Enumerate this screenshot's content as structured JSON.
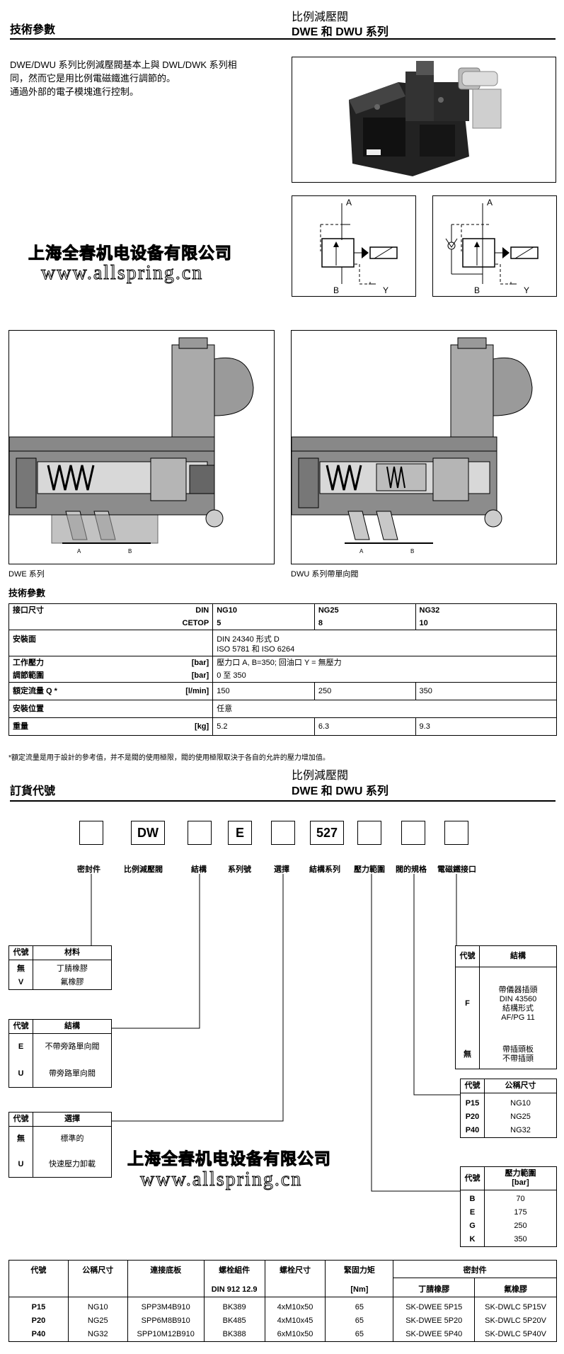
{
  "header1": {
    "left": "技術參數",
    "right_line1": "比例減壓閥",
    "right_line2": "DWE 和 DWU 系列"
  },
  "intro": {
    "line1": "DWE/DWU 系列比例減壓閥基本上與 DWL/DWK 系列相",
    "line2": "同，然而它是用比例電磁鐵進行調節的。",
    "line3": "通過外部的電子模塊進行控制。"
  },
  "watermark": {
    "cn": "上海全春机电设备有限公司",
    "url": "www.allspring.cn"
  },
  "symbol": {
    "a": "A",
    "b": "B",
    "y": "Y"
  },
  "section": {
    "dwe_caption": "DWE 系列",
    "dwu_caption": "DWU 系列帶單向閥",
    "port_a": "A",
    "port_b": "B"
  },
  "tech": {
    "title": "技術參數",
    "rows": [
      {
        "label": "接口尺寸",
        "unit": "DIN",
        "c1": "NG10",
        "c2": "NG25",
        "c3": "NG32"
      },
      {
        "label": "",
        "unit": "CETOP",
        "c1": "5",
        "c2": "8",
        "c3": "10"
      },
      {
        "label": "安裝面",
        "unit": "",
        "span1": "DIN 24340 形式 D",
        "span2": "ISO 5781 和 ISO 6264"
      },
      {
        "label": "工作壓力",
        "unit": "[bar]",
        "span": "壓力口 A, B=350;  回油口 Y = 無壓力"
      },
      {
        "label": "調節範圍",
        "unit": "[bar]",
        "span": "0 至 350"
      },
      {
        "label": "額定流量 Q *",
        "unit": "[l/min]",
        "c1": "150",
        "c2": "250",
        "c3": "350"
      },
      {
        "label": "安裝位置",
        "unit": "",
        "span": "任意"
      },
      {
        "label": "重量",
        "unit": "[kg]",
        "c1": "5.2",
        "c2": "6.3",
        "c3": "9.3"
      }
    ],
    "footnote": "*額定流量是用于設計的參考值，并不是閥的使用極限，閥的使用極限取決于各自的允許的壓力增加值。"
  },
  "header2": {
    "left": "訂貨代號",
    "right_line1": "比例減壓閥",
    "right_line2": "DWE 和 DWU 系列"
  },
  "code": {
    "boxes": [
      "",
      "DW",
      "",
      "E",
      "",
      "527",
      "",
      "",
      ""
    ],
    "labels": [
      "密封件",
      "比例減壓閥",
      "結構",
      "系列號",
      "選擇",
      "結構系列",
      "壓力範圍",
      "閥的規格",
      "電磁鐵接口"
    ]
  },
  "seal_tbl": {
    "h1": "代號",
    "h2": "材料",
    "r1c": "無",
    "r1v": "丁腈橡膠",
    "r2c": "V",
    "r2v": "氟橡膠"
  },
  "struct_tbl": {
    "h1": "代號",
    "h2": "結構",
    "r1c": "E",
    "r1v": "不帶旁路單向閥",
    "r2c": "U",
    "r2v": "帶旁路單向閥"
  },
  "option_tbl": {
    "h1": "代號",
    "h2": "選擇",
    "r1c": "無",
    "r1v": "標準的",
    "r2c": "U",
    "r2v": "快速壓力卸載"
  },
  "conn_tbl": {
    "h1": "代號",
    "h2": "結構",
    "r1c": "F",
    "r1v1": "帶儀器插頭",
    "r1v2": "DIN 43560",
    "r1v3": "結構形式",
    "r1v4": "AF/PG 11",
    "r2c": "無",
    "r2v1": "帶插頭板",
    "r2v2": "不帶插頭"
  },
  "size_tbl": {
    "h1": "代號",
    "h2": "公稱尺寸",
    "rows": [
      [
        "P15",
        "NG10"
      ],
      [
        "P20",
        "NG25"
      ],
      [
        "P40",
        "NG32"
      ]
    ]
  },
  "press_tbl": {
    "h1": "代號",
    "h2a": "壓力範圍",
    "h2b": "[bar]",
    "rows": [
      [
        "B",
        "70"
      ],
      [
        "E",
        "175"
      ],
      [
        "G",
        "250"
      ],
      [
        "K",
        "350"
      ]
    ]
  },
  "order": {
    "h": [
      "代號",
      "公稱尺寸",
      "連接底板",
      "螺栓組件",
      "螺栓尺寸",
      "緊固力矩",
      "密封件"
    ],
    "sub": {
      "bolt": "DIN 912 12.9",
      "torque": "[Nm]",
      "nbr": "丁腈橡膠",
      "fkm": "氟橡膠"
    },
    "rows": [
      [
        "P15",
        "NG10",
        "SPP3M4B910",
        "BK389",
        "4xM10x50",
        "65",
        "SK-DWEE 5P15",
        "SK-DWLC 5P15V"
      ],
      [
        "P20",
        "NG25",
        "SPP6M8B910",
        "BK485",
        "4xM10x45",
        "65",
        "SK-DWEE 5P20",
        "SK-DWLC 5P20V"
      ],
      [
        "P40",
        "NG32",
        "SPP10M12B910",
        "BK388",
        "6xM10x50",
        "65",
        "SK-DWEE 5P40",
        "SK-DWLC 5P40V"
      ]
    ]
  }
}
